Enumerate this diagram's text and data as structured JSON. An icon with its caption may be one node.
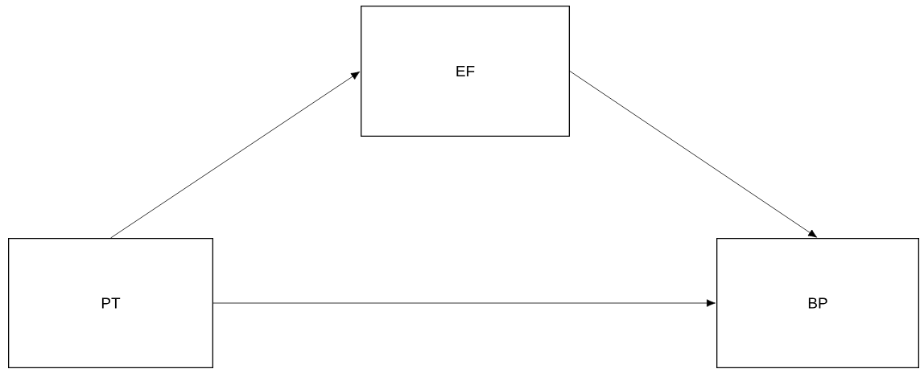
{
  "diagram": {
    "nodes": [
      {
        "text": [
          "EF"
        ]
      },
      {
        "text": [
          "PT"
        ]
      },
      {
        "text": [
          "BP"
        ]
      }
    ],
    "edges": [
      {
        "from": 1,
        "to": 0,
        "arrow": "to"
      },
      {
        "from": 0,
        "to": 2,
        "arrow": "to"
      },
      {
        "from": 1,
        "to": 2,
        "arrow": "to"
      }
    ]
  }
}
